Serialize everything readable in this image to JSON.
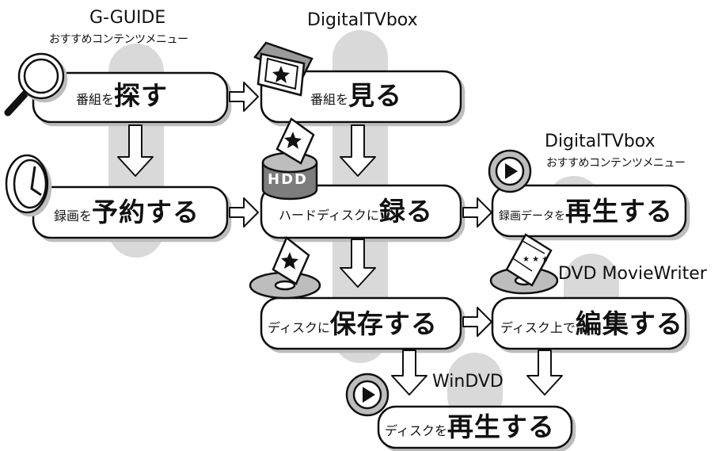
{
  "apps": {
    "gguide": {
      "title": "G-GUIDE",
      "subtitle": "おすすめコンテンツメニュー"
    },
    "digitaltvbox": {
      "title": "DigitalTVbox"
    },
    "digitaltvbox2": {
      "title": "DigitalTVbox",
      "subtitle": "おすすめコンテンツメニュー"
    },
    "dvdmoviewriter": {
      "title": "DVD MovieWriter"
    },
    "windvd": {
      "title": "WinDVD"
    }
  },
  "actions": {
    "search": {
      "prefix": "番組を",
      "verb": "探す"
    },
    "watch": {
      "prefix": "番組を",
      "verb": "見る"
    },
    "reserve": {
      "prefix": "録画を",
      "verb": "予約する"
    },
    "record": {
      "prefix": "ハードディスクに",
      "verb": "録る"
    },
    "play_recorded": {
      "prefix": "録画データを",
      "verb": "再生する"
    },
    "save": {
      "prefix": "ディスクに",
      "verb": "保存する"
    },
    "edit": {
      "prefix": "ディスク上で",
      "verb": "編集する"
    },
    "play_disc": {
      "prefix": "ディスクを",
      "verb": "再生する"
    }
  },
  "icons": {
    "hdd_label": "HDD"
  },
  "colors": {
    "column_gray": "#d8d8d8",
    "box_fill": "#ffffff",
    "stroke": "#111111"
  }
}
